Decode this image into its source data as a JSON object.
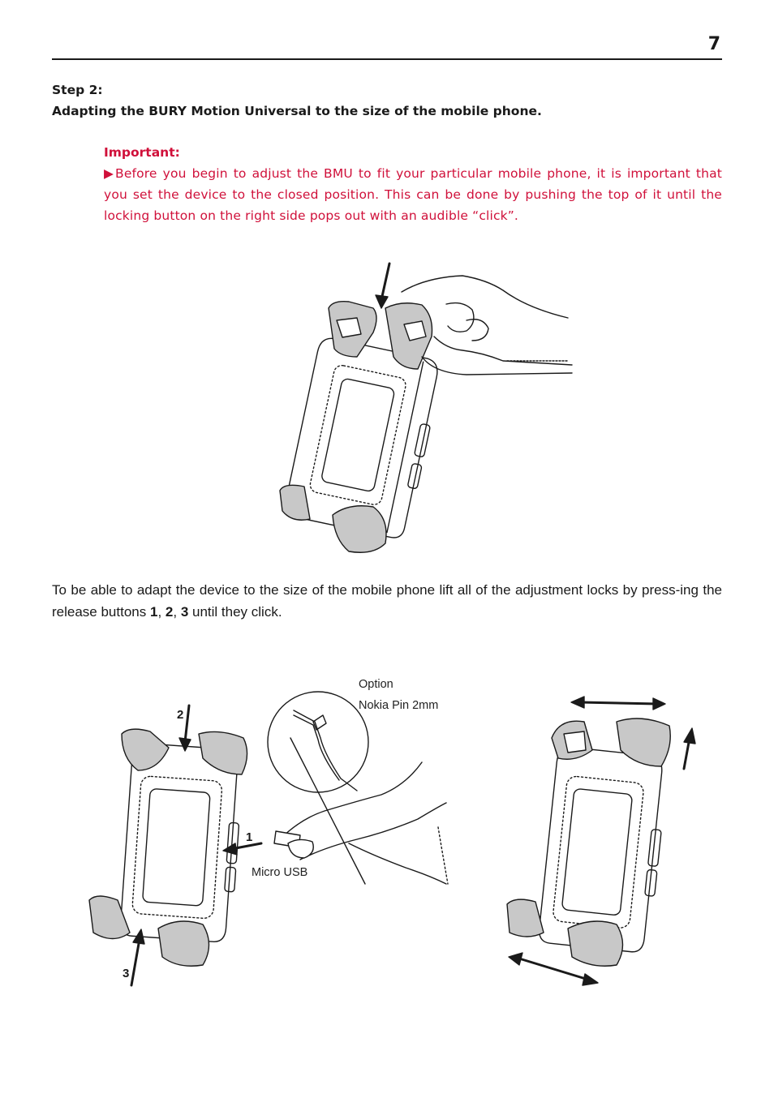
{
  "page": {
    "number": "7"
  },
  "step": {
    "label": "Step 2:",
    "title": "Adapting the BURY Motion Universal to the size of the mobile phone."
  },
  "important": {
    "label": "Important:",
    "marker": "▶",
    "text": "Before you begin to adjust the BMU to fit your particular mobile phone, it is important that you set the device to the closed position. This can be done by pushing the top of it until the locking button on the right side pops out with an audible “click”."
  },
  "instruction": {
    "before": "To be able to adapt the device to the size of the mobile phone lift all of the adjustment locks by press-ing the release buttons ",
    "button1": "1",
    "sep1": ", ",
    "button2": "2",
    "sep2": ", ",
    "button3": "3",
    "after": " until they click."
  },
  "figure2": {
    "option_label": "Option",
    "nokia_label": "Nokia Pin 2mm",
    "usb_label": "Micro USB",
    "marker_1": "1",
    "marker_2": "2",
    "marker_3": "3"
  },
  "colors": {
    "accent": "#d0103a",
    "text": "#1a1a1a",
    "line": "#1a1a1a",
    "shade": "#c8c8c8"
  }
}
